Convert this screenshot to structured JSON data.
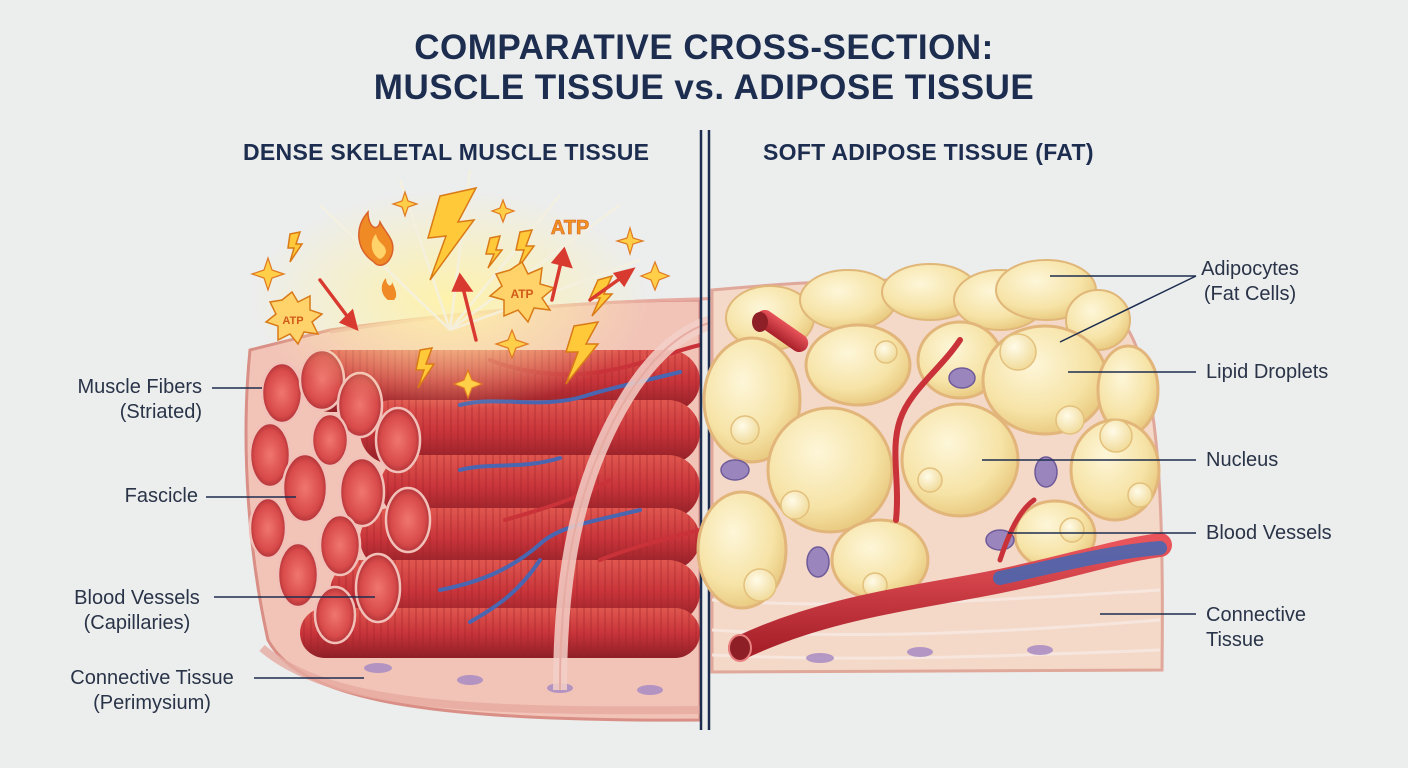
{
  "title": {
    "line1": "COMPARATIVE CROSS-SECTION:",
    "line2": "MUSCLE TISSUE vs. ADIPOSE TISSUE"
  },
  "muscle": {
    "heading": "DENSE SKELETAL MUSCLE TISSUE",
    "labels": {
      "fibers_line1": "Muscle Fibers",
      "fibers_line2": "(Striated)",
      "fascicle": "Fascicle",
      "vessels_line1": "Blood Vessels",
      "vessels_line2": "(Capillaries)",
      "connective_line1": "Connective Tissue",
      "connective_line2": "(Perimysium)"
    },
    "energy_text": [
      "ATP",
      "ATP",
      "ATP"
    ]
  },
  "adipose": {
    "heading": "SOFT ADIPOSE TISSUE (FAT)",
    "labels": {
      "adipocytes_line1": "Adipocytes",
      "adipocytes_line2": "(Fat Cells)",
      "lipid": "Lipid Droplets",
      "nucleus": "Nucleus",
      "vessels": "Blood Vessels",
      "connective_line1": "Connective",
      "connective_line2": "Tissue"
    }
  },
  "colors": {
    "heading": "#1c2d4f",
    "label": "#2a3448",
    "muscle_red": "#c8343a",
    "fat_yellow": "#f7e7b0",
    "vein_blue": "#4a66b0",
    "energy_orange": "#f2a51e"
  }
}
